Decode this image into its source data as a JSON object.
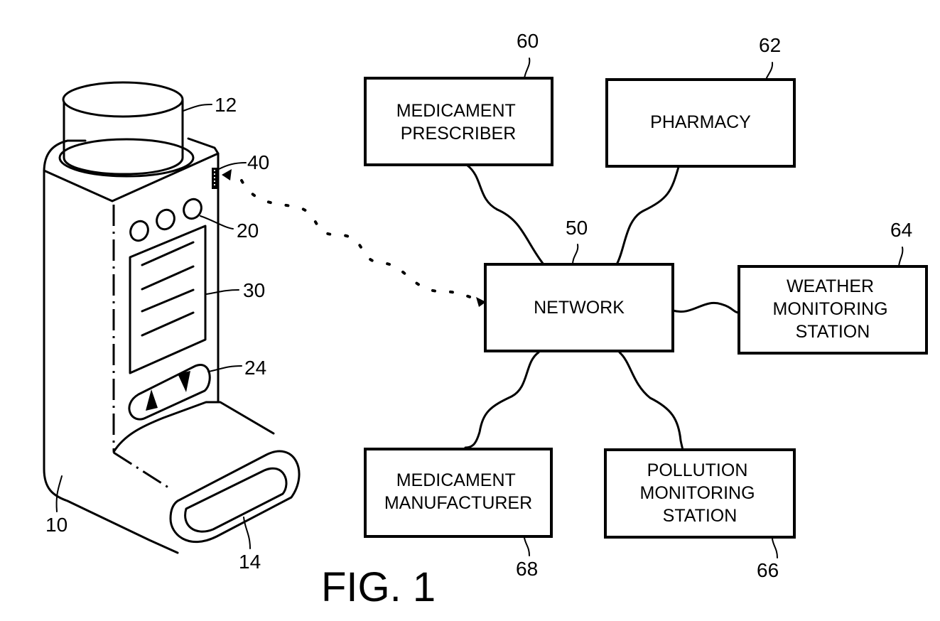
{
  "figure": {
    "caption": "FIG. 1",
    "device": {
      "refs": {
        "body": "10",
        "canister": "12",
        "mouthpiece": "14",
        "buttons": "20",
        "arrow_keys": "24",
        "display": "30",
        "transceiver": "40"
      },
      "arrow_keys": [
        "up-arrow",
        "down-arrow"
      ],
      "button_count": 3,
      "display_line_count": 4
    },
    "network": {
      "ref": "50",
      "lines": [
        "NETWORK"
      ]
    },
    "nodes": [
      {
        "id": "prescriber",
        "ref": "60",
        "lines": [
          "MEDICAMENT",
          "PRESCRIBER"
        ]
      },
      {
        "id": "pharmacy",
        "ref": "62",
        "lines": [
          "PHARMACY"
        ]
      },
      {
        "id": "weather",
        "ref": "64",
        "lines": [
          "WEATHER",
          "MONITORING",
          "STATION"
        ]
      },
      {
        "id": "pollution",
        "ref": "66",
        "lines": [
          "POLLUTION",
          "MONITORING",
          "STATION"
        ]
      },
      {
        "id": "manufacturer",
        "ref": "68",
        "lines": [
          "MEDICAMENT",
          "MANUFACTURER"
        ]
      }
    ],
    "links": [
      {
        "from": "network",
        "to": "prescriber",
        "style": "wired"
      },
      {
        "from": "network",
        "to": "pharmacy",
        "style": "wired"
      },
      {
        "from": "network",
        "to": "weather",
        "style": "wired"
      },
      {
        "from": "network",
        "to": "pollution",
        "style": "wired"
      },
      {
        "from": "network",
        "to": "manufacturer",
        "style": "wired"
      },
      {
        "from": "transceiver",
        "to": "network",
        "style": "wireless-dotted",
        "bidirectional": true
      }
    ]
  }
}
